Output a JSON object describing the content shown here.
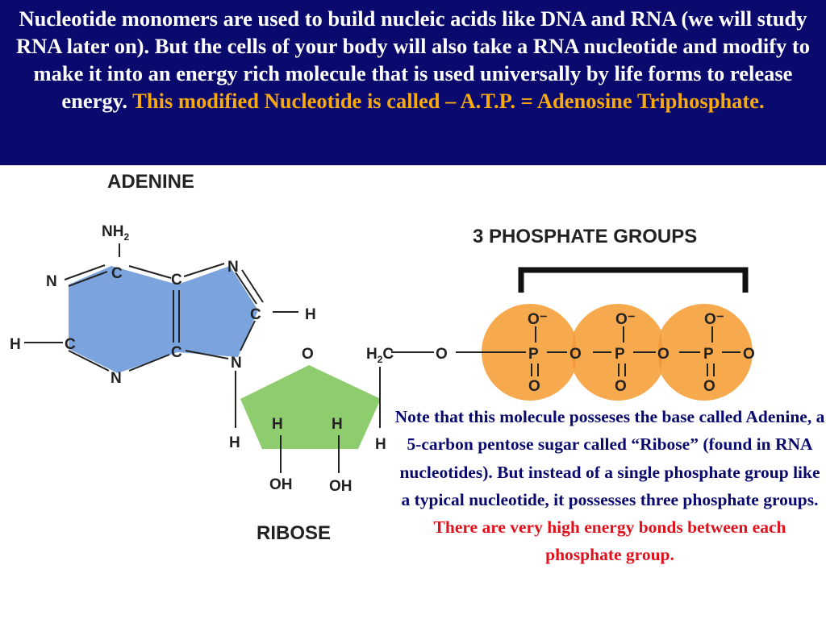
{
  "header": {
    "text_main": "Nucleotide monomers are used to build nucleic acids like DNA and RNA (we will study RNA later on).  But the cells of your body will also take a RNA nucleotide and modify to make it into an energy rich molecule that is used universally by life forms to release energy. ",
    "text_highlight": "This modified Nucleotide is called – A.T.P. = Adenosine Triphosphate."
  },
  "diagram": {
    "adenine_label": "ADENINE",
    "ribose_label": "RIBOSE",
    "phosphate_label": "3 PHOSPHATE GROUPS",
    "atoms": {
      "N": "N",
      "C": "C",
      "H": "H",
      "O": "O",
      "NH": "NH",
      "sub2": "2",
      "OH": "OH",
      "P": "P",
      "Ominus": "O⁻",
      "Odouble": "O",
      "H2C_H": "H",
      "H2C_C": "C"
    }
  },
  "note": {
    "text_main": "Note that this molecule posseses the base called Adenine, a 5-carbon pentose sugar called “Ribose” (found in RNA nucleotides).  But instead of a single phosphate group like a typical nucleotide, it possesses three phosphate groups. ",
    "text_red": "There are very high energy bonds between each phosphate group."
  },
  "colors": {
    "header_bg": "#0a0a6e",
    "highlight": "#f7a90f",
    "adenine_fill": "#7ba3dd",
    "ribose_fill": "#8ecd6e",
    "phosphate_fill": "#f6a94d",
    "note_text": "#0a0a6e",
    "note_red": "#e0111b"
  }
}
